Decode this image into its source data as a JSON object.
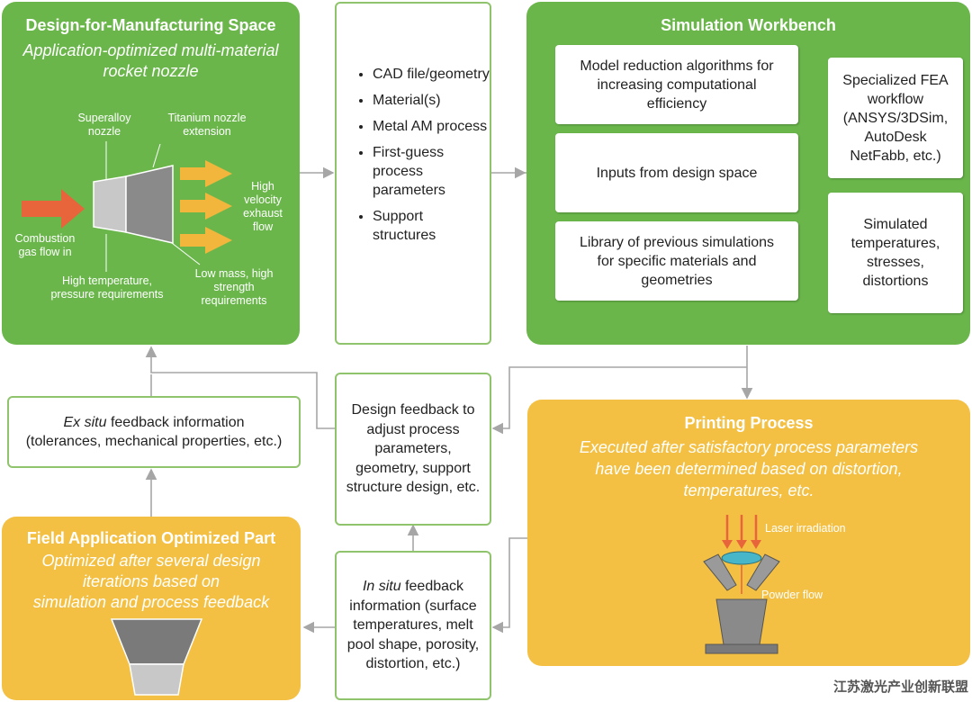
{
  "design_space": {
    "title": "Design-for-Manufacturing Space",
    "subtitle_line1": "Application-optimized multi-material",
    "subtitle_line2": "rocket nozzle",
    "labels": {
      "superalloy": "Superalloy nozzle",
      "titanium": "Titanium nozzle extension",
      "combustion": "Combustion gas flow in",
      "high_temp": "High temperature, pressure requirements",
      "low_mass": "Low mass, high strength requirements",
      "exhaust": "High velocity exhaust flow"
    }
  },
  "inputs": {
    "items": [
      "CAD file/geometry",
      "Material(s)",
      "Metal AM process",
      "First-guess process parameters",
      "Support structures"
    ]
  },
  "simulation": {
    "title": "Simulation Workbench",
    "model_reduction": "Model reduction algorithms for increasing computational efficiency",
    "inputs_from_design": "Inputs from design space",
    "library": "Library of previous simulations for specific materials and geometries",
    "fea_line1": "Specialized FEA",
    "fea_line2": "workflow",
    "fea_line3": "(ANSYS/3DSim,",
    "fea_line4": "AutoDesk",
    "fea_line5": "NetFabb, etc.)",
    "simulated": "Simulated temperatures, stresses, distortions"
  },
  "ex_situ": {
    "emph": "Ex situ",
    "rest": " feedback information",
    "line2": "(tolerances, mechanical properties, etc.)"
  },
  "design_feedback": "Design feedback to adjust process parameters, geometry, support structure design, etc.",
  "in_situ": {
    "emph": "In situ",
    "rest": " feedback information (surface temperatures, melt pool shape, porosity, distortion, etc.)"
  },
  "printing": {
    "title": "Printing Process",
    "sub1": "Executed after satisfactory process parameters",
    "sub2": "have been determined based on distortion,",
    "sub3": "temperatures, etc.",
    "laser": "Laser irradiation",
    "powder": "Powder flow"
  },
  "field": {
    "title": "Field Application Optimized Part",
    "sub1": "Optimized after several design",
    "sub2": "iterations based on",
    "sub3": "simulation and process feedback"
  },
  "watermark": "江苏激光产业创新联盟",
  "colors": {
    "green": "#6ab64b",
    "yellow": "#f3c043",
    "arrow_orange": "#e8643a",
    "arrow_yellow": "#f2b63c",
    "connector": "#a6a6a6"
  }
}
